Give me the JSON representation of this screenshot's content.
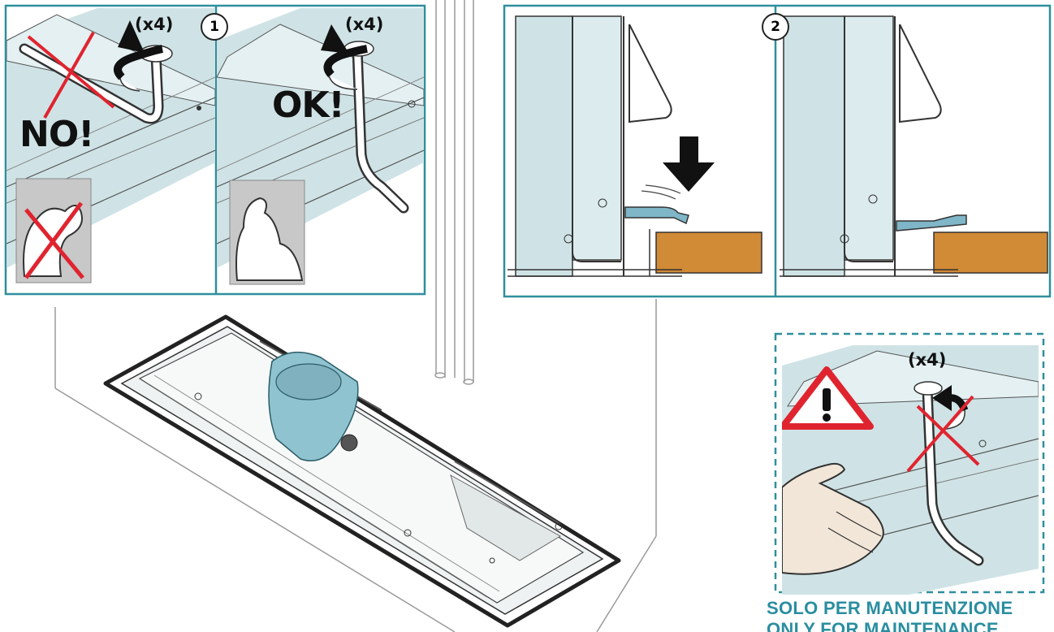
{
  "panel_1": {
    "step_number": "1",
    "left_subpanel": {
      "label": "NO!",
      "count": "(x4)"
    },
    "right_subpanel": {
      "label": "OK!",
      "count": "(x4)"
    }
  },
  "panel_2": {
    "step_number": "2"
  },
  "maintenance_panel": {
    "count": "(x4)",
    "caption_line_1": "SOLO PER MANUTENZIONE",
    "caption_line_2": "ONLY FOR MAINTENANCE"
  },
  "colors": {
    "panel_border": "#2f8f9d",
    "metal_blue": "#cfe3e6",
    "wood": "#d18a35",
    "seal_blue": "#7fb6c8",
    "red_cross": "#e0242f",
    "gray_box": "#c8c8c8",
    "caption": "#2a8ea0"
  }
}
